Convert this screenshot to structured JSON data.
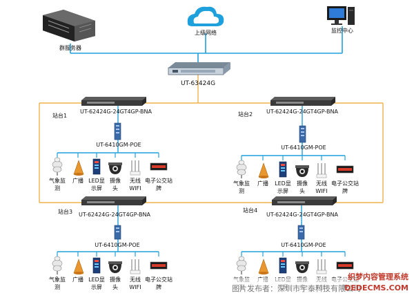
{
  "top": {
    "server_label": "群服务器",
    "cloud_label": "上级网络",
    "monitor_label": "监控中心",
    "core_switch_label": "UT-63424G"
  },
  "stations": [
    {
      "name": "站台1",
      "agg_switch_label": "UT-62424G-24GT4GP-BNA",
      "poe_switch_label": "UT-6410GM-POE",
      "devices": [
        {
          "icon": "weather-station-icon",
          "label_lines": [
            "气象监",
            "测"
          ]
        },
        {
          "icon": "loudspeaker-icon",
          "label_lines": [
            "广播"
          ]
        },
        {
          "icon": "led-display-icon",
          "label_lines": [
            "LED显",
            "示屏"
          ]
        },
        {
          "icon": "dome-camera-icon",
          "label_lines": [
            "摄像",
            "头"
          ]
        },
        {
          "icon": "wifi-ap-icon",
          "label_lines": [
            "无线",
            "WIFI"
          ]
        },
        {
          "icon": "bus-stop-sign-icon",
          "label_lines": [
            "电子公交站",
            "牌"
          ]
        }
      ]
    },
    {
      "name": "站台2",
      "agg_switch_label": "UT-62424G-24GT4GP-BNA",
      "poe_switch_label": "UT-6410GM-POE",
      "devices": [
        {
          "icon": "weather-station-icon",
          "label_lines": [
            "气象监",
            "测"
          ]
        },
        {
          "icon": "loudspeaker-icon",
          "label_lines": [
            "广播"
          ]
        },
        {
          "icon": "led-display-icon",
          "label_lines": [
            "LED显",
            "示屏"
          ]
        },
        {
          "icon": "dome-camera-icon",
          "label_lines": [
            "摄像",
            "头"
          ]
        },
        {
          "icon": "wifi-ap-icon",
          "label_lines": [
            "无线",
            "WIFI"
          ]
        },
        {
          "icon": "bus-stop-sign-icon",
          "label_lines": [
            "电子公交站",
            "牌"
          ]
        }
      ]
    },
    {
      "name": "站台3",
      "agg_switch_label": "UT-62424G-24GT4GP-BNA",
      "poe_switch_label": "UT-6410GM-POE",
      "devices": [
        {
          "icon": "weather-station-icon",
          "label_lines": [
            "气象监",
            "测"
          ]
        },
        {
          "icon": "loudspeaker-icon",
          "label_lines": [
            "广播"
          ]
        },
        {
          "icon": "led-display-icon",
          "label_lines": [
            "LED显",
            "示屏"
          ]
        },
        {
          "icon": "dome-camera-icon",
          "label_lines": [
            "摄像",
            "头"
          ]
        },
        {
          "icon": "wifi-ap-icon",
          "label_lines": [
            "无线",
            "WIFI"
          ]
        },
        {
          "icon": "bus-stop-sign-icon",
          "label_lines": [
            "电子公交站",
            "牌"
          ]
        }
      ]
    },
    {
      "name": "站台4",
      "agg_switch_label": "UT-62424G-24GT4GP-BNA",
      "poe_switch_label": "UT-6410GM-POE",
      "devices": [
        {
          "icon": "weather-station-icon",
          "label_lines": [
            "气象监",
            "测"
          ]
        },
        {
          "icon": "loudspeaker-icon",
          "label_lines": [
            "广播"
          ]
        },
        {
          "icon": "led-display-icon",
          "label_lines": [
            "LED显",
            "示屏"
          ]
        },
        {
          "icon": "dome-camera-icon",
          "label_lines": [
            "摄像",
            "头"
          ]
        },
        {
          "icon": "wifi-ap-icon",
          "label_lines": [
            "无线",
            "WIFI"
          ]
        },
        {
          "icon": "bus-stop-sign-icon",
          "label_lines": [
            "电子公交站",
            "牌"
          ]
        }
      ]
    }
  ],
  "watermark": {
    "caption": "图片发布者：深圳市宇泰科技有限公司",
    "brand_top": "织梦内容管理系统",
    "brand_bottom": "DEDECMS.COM"
  },
  "colors": {
    "blue_link": "#1ea0dc",
    "orange_link": "#f0b04a",
    "rack": "#3a3a3a",
    "poe_switch": "#3b6aa8"
  }
}
